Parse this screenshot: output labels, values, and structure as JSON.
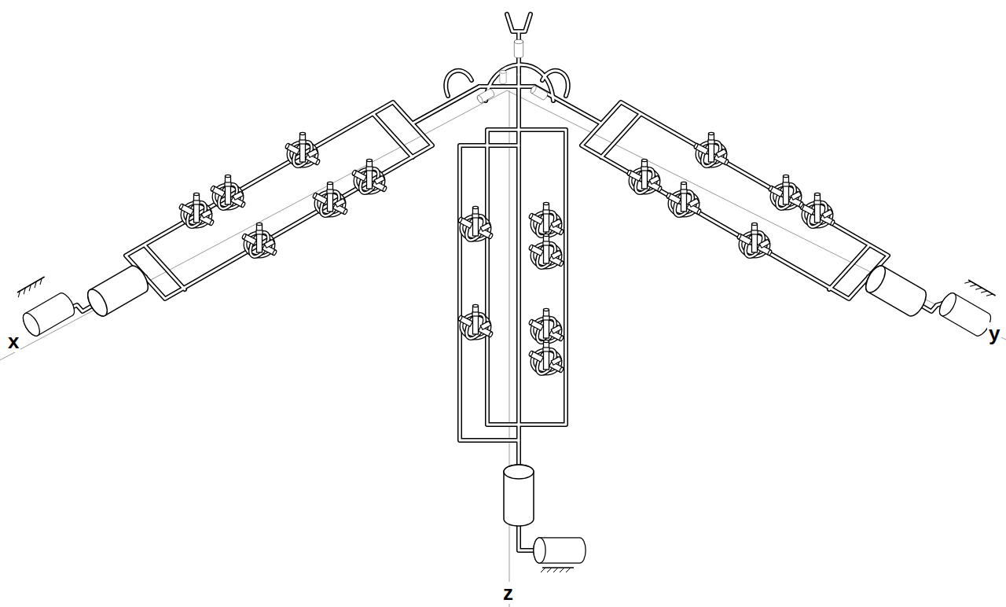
{
  "diagram": {
    "labels": [
      "x",
      "y",
      "z"
    ]
  }
}
